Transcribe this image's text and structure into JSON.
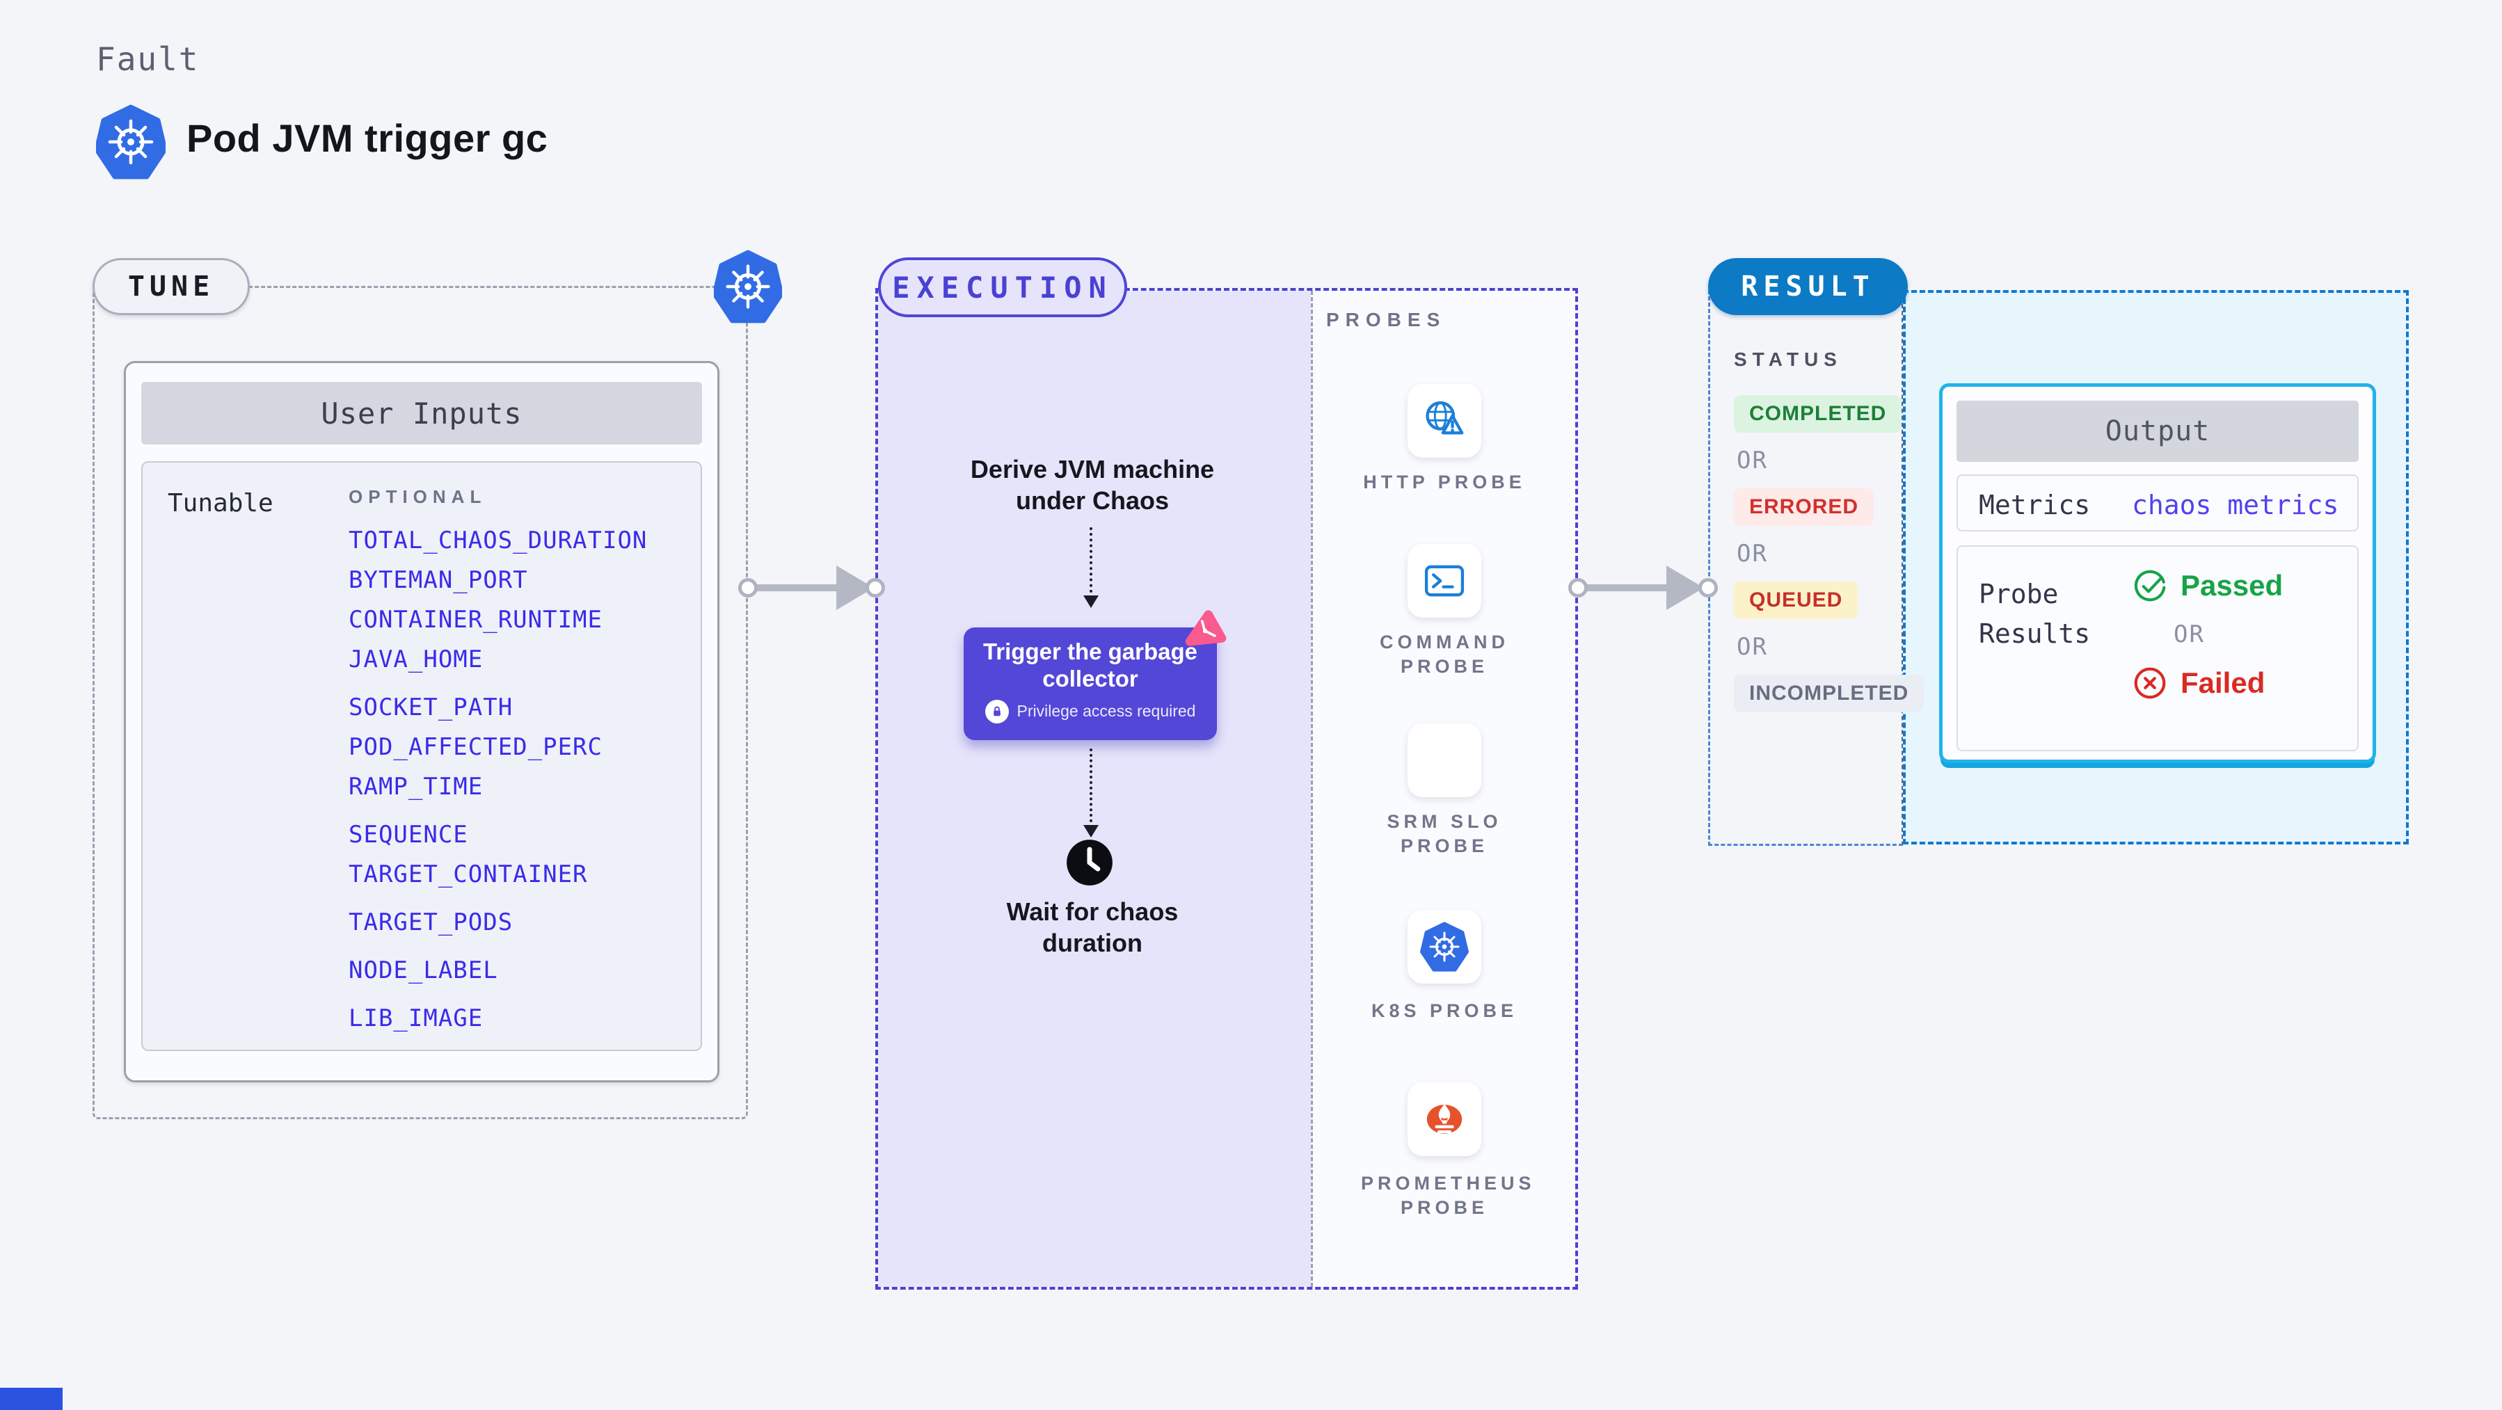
{
  "header": {
    "domain_label": "Fault",
    "title": "Pod JVM trigger gc"
  },
  "tune": {
    "pill": "TUNE",
    "card_title": "User Inputs",
    "group_label": "Tunable",
    "optional_label": "OPTIONAL",
    "params": [
      "TOTAL_CHAOS_DURATION",
      "BYTEMAN_PORT",
      "CONTAINER_RUNTIME",
      "JAVA_HOME",
      "SOCKET_PATH",
      "POD_AFFECTED_PERC",
      "RAMP_TIME",
      "SEQUENCE",
      "TARGET_CONTAINER",
      "TARGET_PODS",
      "NODE_LABEL",
      "LIB_IMAGE"
    ]
  },
  "execution": {
    "pill": "EXECUTION",
    "derive_step": "Derive JVM machine under Chaos",
    "trigger_step": "Trigger the garbage collector",
    "privilege_note": "Privilege access required",
    "wait_step": "Wait for chaos duration"
  },
  "probes": {
    "label": "PROBES",
    "items": [
      {
        "icon": "http-probe-icon",
        "label": "HTTP PROBE"
      },
      {
        "icon": "command-probe-icon",
        "label": "COMMAND PROBE"
      },
      {
        "icon": "srm-slo-probe-icon",
        "label": "SRM SLO PROBE"
      },
      {
        "icon": "k8s-probe-icon",
        "label": "K8S PROBE"
      },
      {
        "icon": "prometheus-probe-icon",
        "label": "PROMETHEUS PROBE"
      }
    ]
  },
  "result": {
    "pill": "RESULT",
    "status_label": "STATUS",
    "or_label": "OR",
    "statuses": [
      {
        "label": "COMPLETED",
        "fg": "#1d8038",
        "bg": "#dcf3e2"
      },
      {
        "label": "ERRORED",
        "fg": "#d2302c",
        "bg": "#fdeae9"
      },
      {
        "label": "QUEUED",
        "fg": "#c5302c",
        "bg": "#fcf2c9"
      },
      {
        "label": "INCOMPLETED",
        "fg": "#686e80",
        "bg": "#ebedf5"
      }
    ],
    "output": {
      "title": "Output",
      "metrics_label": "Metrics",
      "metrics_value": "chaos metrics",
      "probe_results_label": "Probe Results",
      "passed": "Passed",
      "or": "OR",
      "failed": "Failed"
    }
  },
  "colors": {
    "accent_indigo": "#4f46d6",
    "accent_blue": "#0c7ac5",
    "param_link_blue": "#3a2beb",
    "trigger_card": "#5347d8",
    "litmus_pink": "#fa5a8e",
    "passed_green": "#17a347",
    "failed_red": "#da2a23",
    "output_border_cyan": "#20b3e8",
    "k8s_blue": "#326ce5",
    "prometheus_orange": "#e6522c"
  }
}
